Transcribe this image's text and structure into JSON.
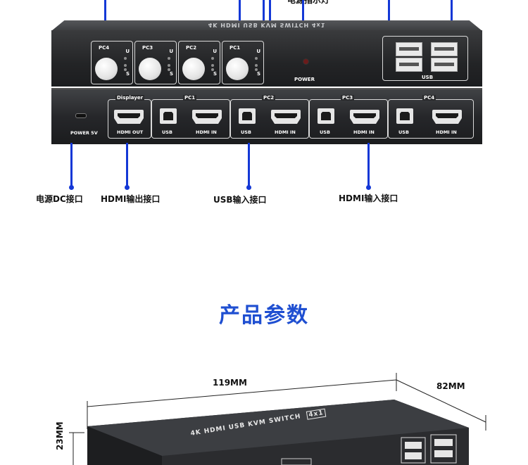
{
  "top_callout_partial": "电源指示灯",
  "front_panel": {
    "top_label": "4K HDMI USB KVM SWITCH 4x1",
    "pc_boxes": [
      {
        "label": "PC4",
        "u": "U",
        "s": "S"
      },
      {
        "label": "PC3",
        "u": "U",
        "s": "S"
      },
      {
        "label": "PC2",
        "u": "U",
        "s": "S"
      },
      {
        "label": "PC1",
        "u": "U",
        "s": "S"
      }
    ],
    "power_label": "POWER",
    "usb_label": "USB"
  },
  "back_panel": {
    "power_label": "POWER 5V",
    "displayer_label": "Displayer",
    "hdmi_out_label": "HDMI OUT",
    "groups": [
      {
        "name": "PC1",
        "usb": "USB",
        "hdmi": "HDMI IN"
      },
      {
        "name": "PC2",
        "usb": "USB",
        "hdmi": "HDMI IN"
      },
      {
        "name": "PC3",
        "usb": "USB",
        "hdmi": "HDMI IN"
      },
      {
        "name": "PC4",
        "usb": "USB",
        "hdmi": "HDMI IN"
      }
    ]
  },
  "callouts": {
    "dc": "电源DC接口",
    "hdmi_out": "HDMI输出接口",
    "usb_in": "USB输入接口",
    "hdmi_in": "HDMI输入接口"
  },
  "section_title": "产品参数",
  "dimensions": {
    "length": "119MM",
    "width": "82MM",
    "height": "23MM"
  },
  "device_label": "4K HDMI USB KVM SWITCH",
  "device_badge": "4x1",
  "colors": {
    "accent": "#1438d6",
    "title": "#1f4fd1",
    "device": "#2a2b2e"
  }
}
